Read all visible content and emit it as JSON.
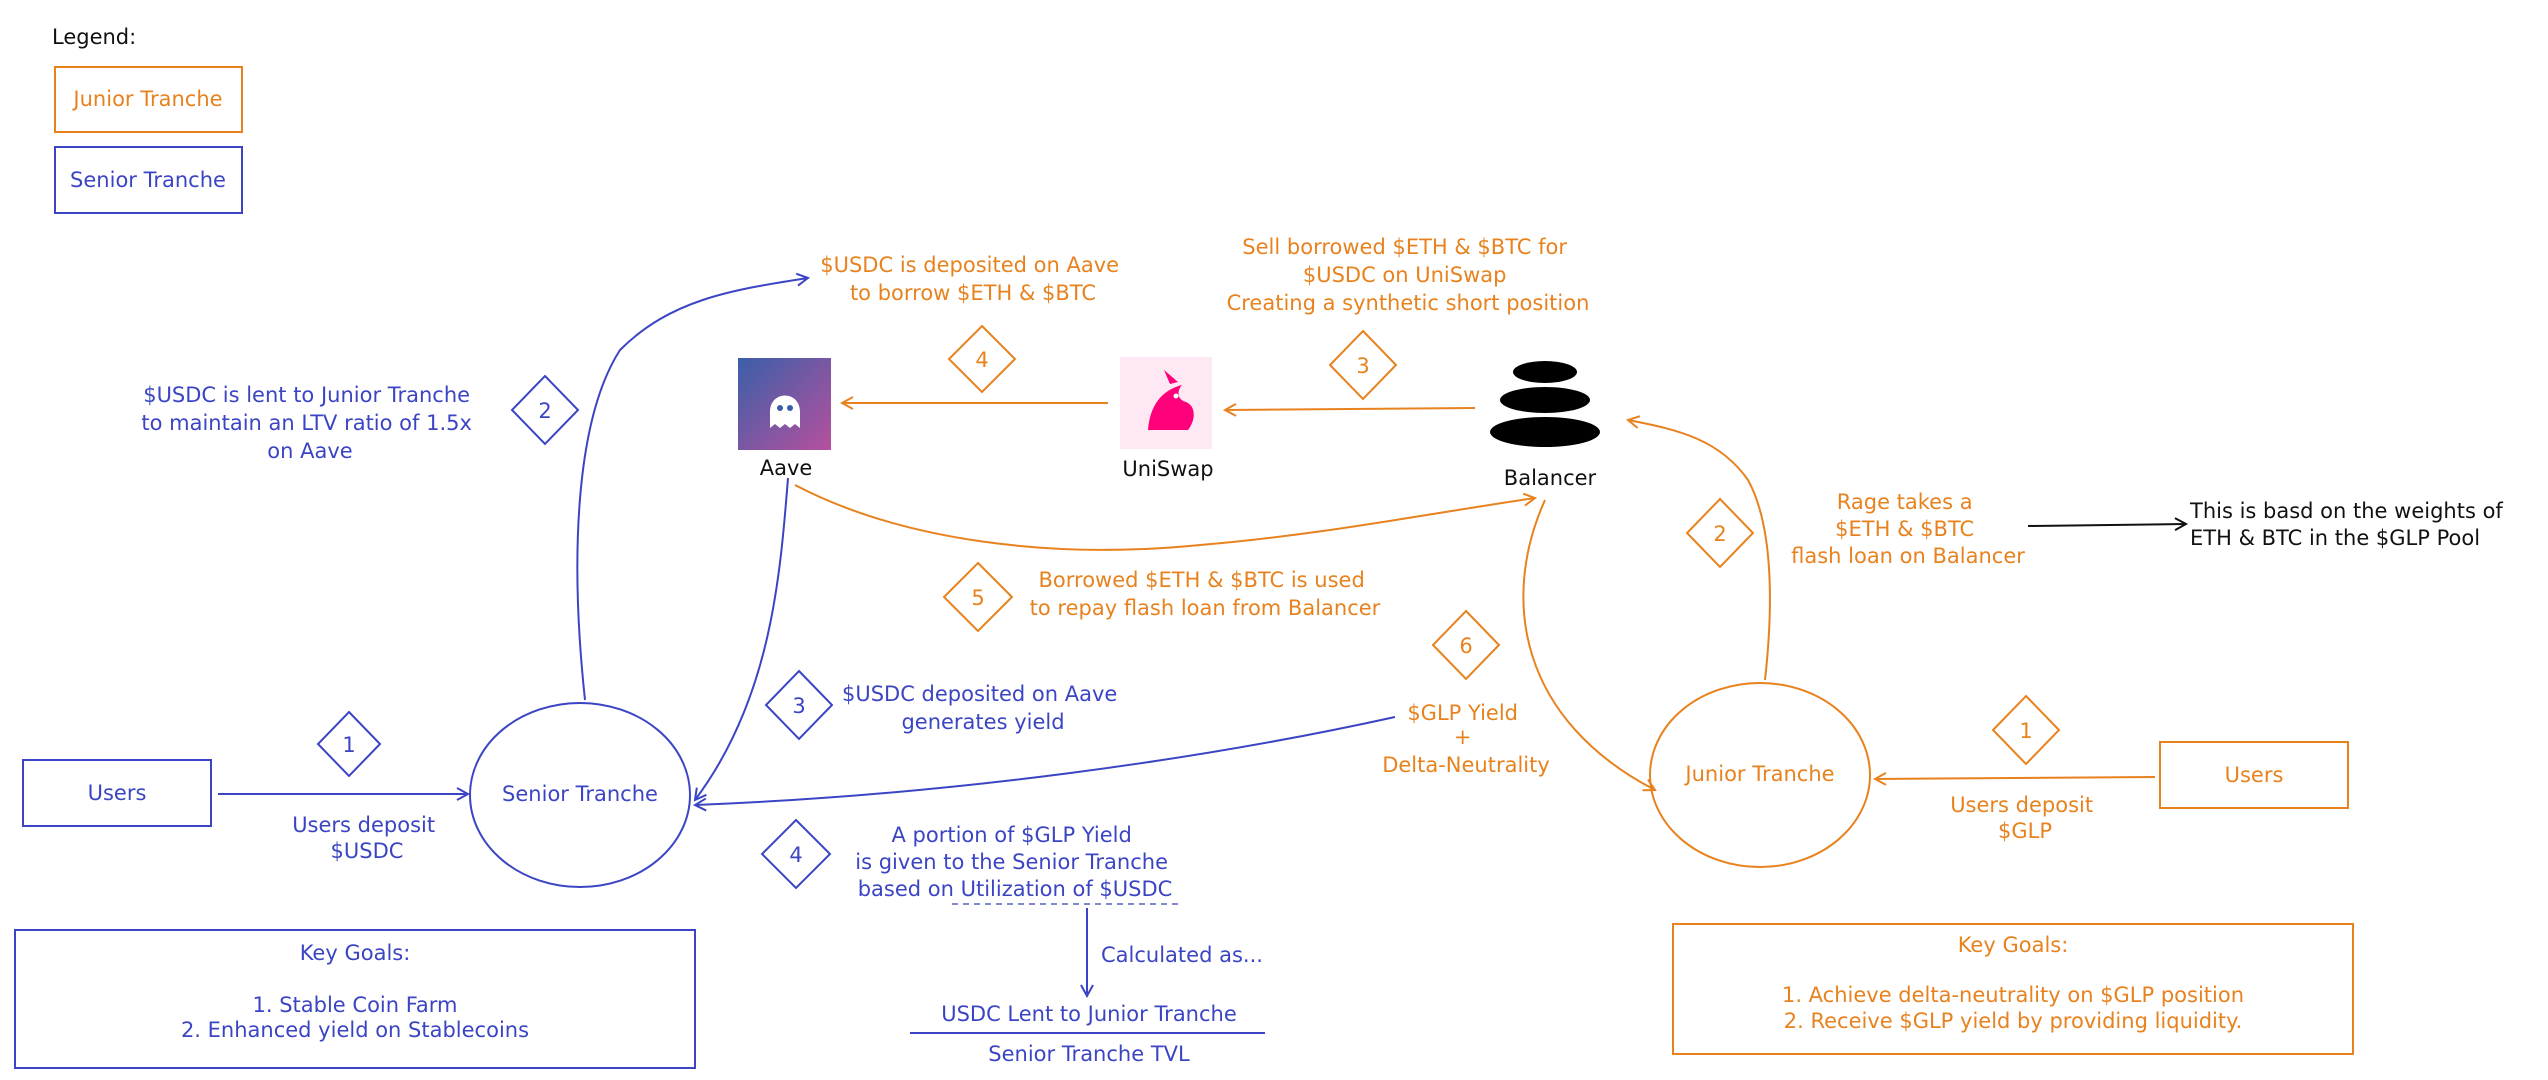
{
  "colors": {
    "orange": "#e8821e",
    "blue": "#3b45c4",
    "black": "#111111"
  },
  "legend": {
    "title": "Legend:",
    "junior": "Junior Tranche",
    "senior": "Senior Tranche"
  },
  "nodes": {
    "users_left": "Users",
    "users_right": "Users",
    "senior_tranche": "Senior Tranche",
    "junior_tranche": "Junior Tranche",
    "aave": "Aave",
    "uniswap": "UniSwap",
    "balancer": "Balancer"
  },
  "icons": {
    "aave": "ghost-logo-icon",
    "uniswap": "unicorn-logo-icon",
    "balancer": "balancer-stack-logo-icon"
  },
  "steps": {
    "s1_senior": "1",
    "s2_senior": "2",
    "s3_senior": "3",
    "s4_senior": "4",
    "s1_junior": "1",
    "s2_junior": "2",
    "s3_junior": "3",
    "s4_junior": "4",
    "s5_junior": "5",
    "s6_junior": "6"
  },
  "labels": {
    "users_deposit_usdc": [
      "Users deposit",
      "$USDC"
    ],
    "usdc_lent": [
      "$USDC is lent to Junior Tranche",
      "to maintain an LTV ratio of 1.5x",
      "on Aave"
    ],
    "usdc_deposited_aave": [
      "$USDC is deposited on Aave",
      "to borrow $ETH & $BTC"
    ],
    "sell_borrowed": [
      "Sell borrowed $ETH & $BTC for",
      "$USDC on UniSwap",
      "Creating a synthetic short position"
    ],
    "rage_flash_loan": [
      "Rage takes a",
      "$ETH & $BTC",
      "flash loan on Balancer"
    ],
    "weights_note": [
      "This is basd on the weights of",
      "ETH & BTC in  the $GLP Pool"
    ],
    "borrowed_repay": [
      "Borrowed $ETH & $BTC is used",
      "to repay flash loan from Balancer"
    ],
    "usdc_yield": [
      "$USDC deposited on Aave",
      "generates yield"
    ],
    "glp_yield": [
      "$GLP Yield",
      "+",
      "Delta-Neutrality"
    ],
    "users_deposit_glp": [
      "Users deposit",
      "$GLP"
    ],
    "portion_yield": [
      "A portion of $GLP Yield",
      "is given to the Senior Tranche",
      "based on Utilization of $USDC"
    ],
    "calculated_as": "Calculated as...",
    "fraction_numerator": "USDC Lent to Junior Tranche",
    "fraction_denominator": "Senior Tranche TVL"
  },
  "goals_senior": {
    "title": "Key Goals:",
    "items": [
      "1. Stable Coin Farm",
      "2. Enhanced yield on Stablecoins"
    ]
  },
  "goals_junior": {
    "title": "Key Goals:",
    "items": [
      "1. Achieve delta-neutrality on $GLP position",
      "2. Receive $GLP yield by providing liquidity."
    ]
  }
}
